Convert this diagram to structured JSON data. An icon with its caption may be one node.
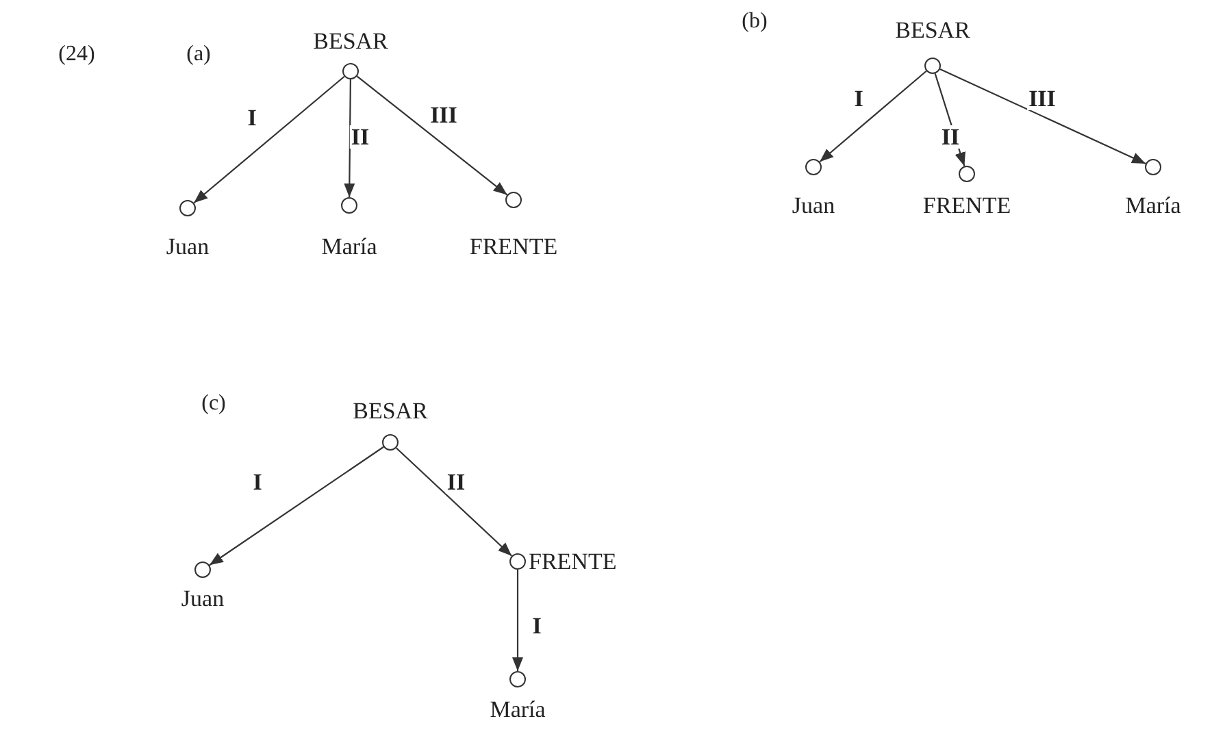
{
  "diagram": {
    "nodes": [
      {
        "text": [],
        "shape": "circle",
        "beside": [
          "BESAR"
        ]
      },
      {
        "text": [],
        "shape": "circle",
        "beside": [
          "Juan"
        ]
      },
      {
        "text": [],
        "shape": "circle",
        "beside": [
          "María"
        ]
      },
      {
        "text": [],
        "shape": "circle",
        "beside": [
          "FRENTE"
        ]
      },
      {
        "text": [],
        "shape": "circle",
        "beside": [
          "BESAR"
        ]
      },
      {
        "text": [],
        "shape": "circle",
        "beside": [
          "Juan"
        ]
      },
      {
        "text": [],
        "shape": "circle",
        "beside": [
          "FRENTE"
        ]
      },
      {
        "text": [],
        "shape": "circle",
        "beside": [
          "María"
        ]
      },
      {
        "text": [],
        "shape": "circle",
        "beside": [
          "BESAR"
        ]
      },
      {
        "text": [],
        "shape": "circle",
        "beside": [
          "Juan"
        ]
      },
      {
        "text": [],
        "shape": "circle",
        "beside": [
          "FRENTE"
        ]
      },
      {
        "text": [],
        "shape": "circle",
        "beside": [
          "María"
        ]
      }
    ],
    "edges": [
      {
        "from": 0,
        "to": 1,
        "arrow": "to",
        "label": "I"
      },
      {
        "from": 0,
        "to": 2,
        "arrow": "to",
        "label": "II"
      },
      {
        "from": 0,
        "to": 3,
        "arrow": "to",
        "label": "III"
      },
      {
        "from": 4,
        "to": 5,
        "arrow": "to",
        "label": "I"
      },
      {
        "from": 4,
        "to": 6,
        "arrow": "to",
        "label": "II"
      },
      {
        "from": 4,
        "to": 7,
        "arrow": "to",
        "label": "III"
      },
      {
        "from": 8,
        "to": 9,
        "arrow": "to",
        "label": "I"
      },
      {
        "from": 8,
        "to": 10,
        "arrow": "to",
        "label": "II"
      },
      {
        "from": 10,
        "to": 11,
        "arrow": "to",
        "label": "I"
      }
    ],
    "labels": [
      "(24)",
      "(a)",
      "(b)",
      "(c)"
    ]
  }
}
